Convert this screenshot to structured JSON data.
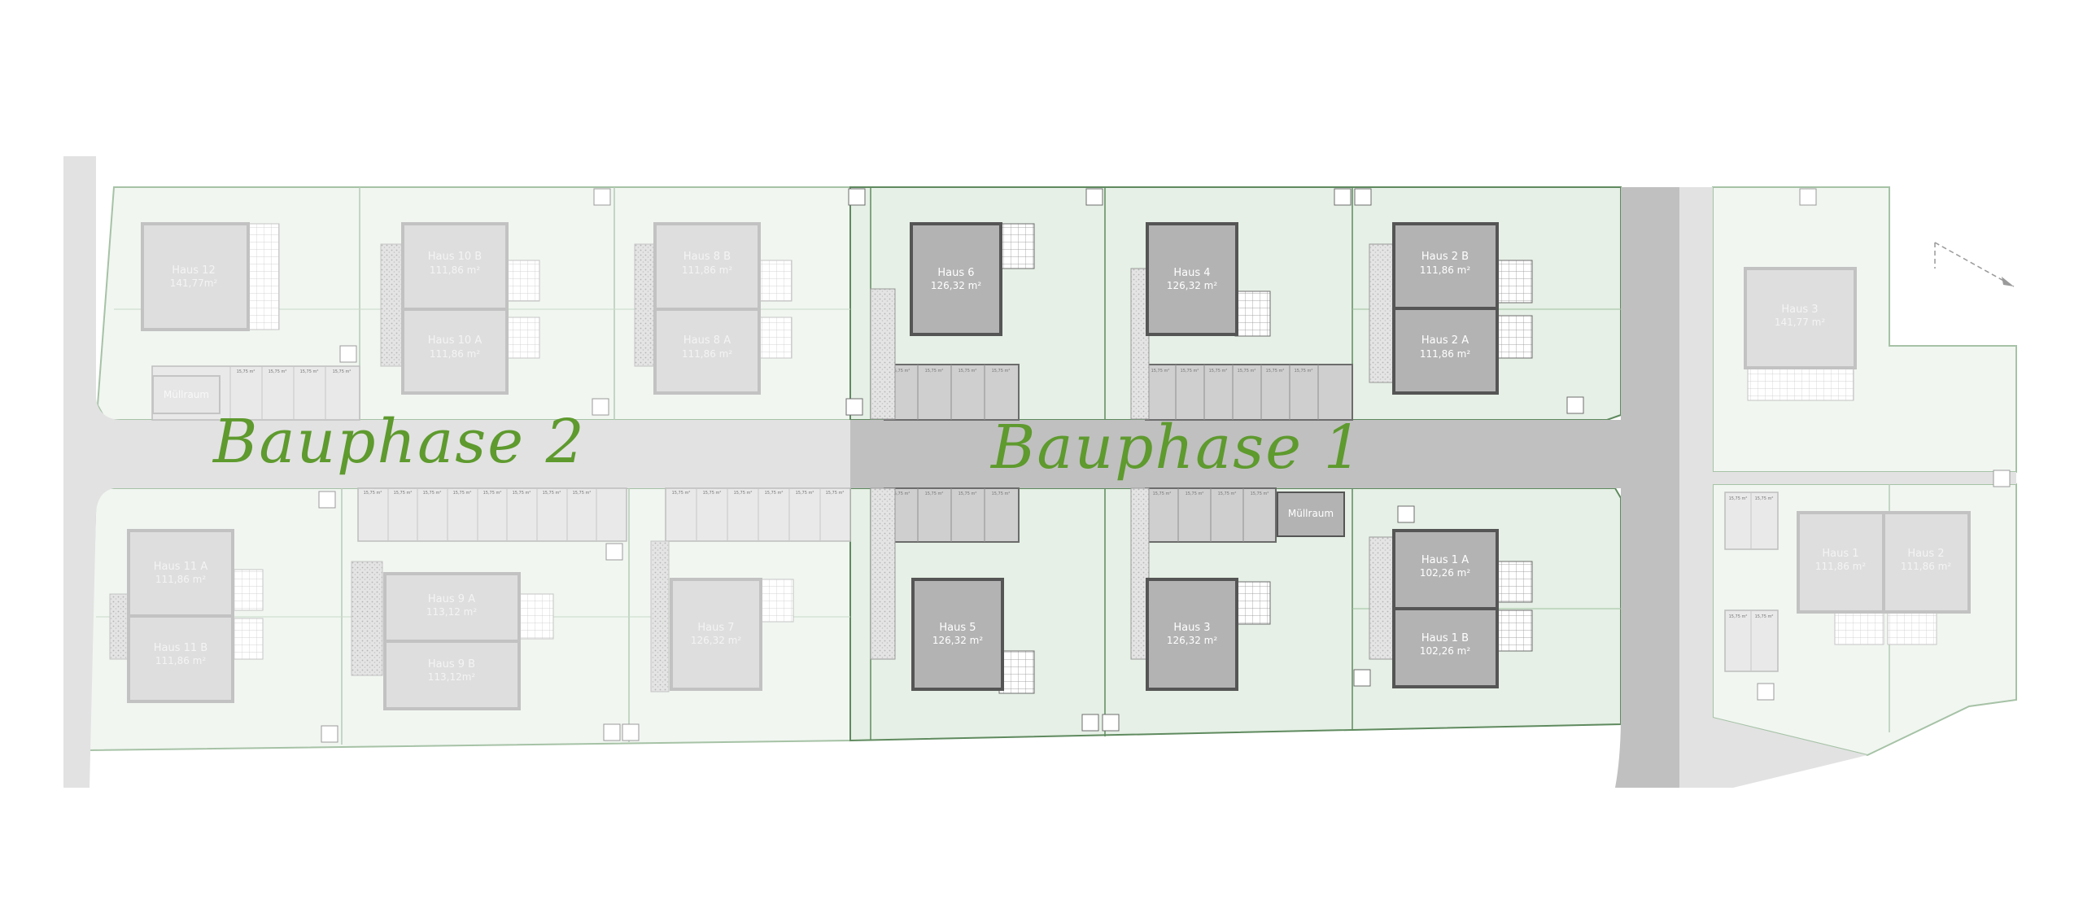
{
  "phases": {
    "phase1": "Bauphase 1",
    "phase2": "Bauphase 2"
  },
  "colors": {
    "phase1_lot": "#e6f0e6",
    "phase2_lot": "#f1f6f1",
    "road_phase1": "#c0c0c0",
    "road_phase2": "#e2e2e2",
    "house_active": "#b3b3b3",
    "house_faded": "#dedede",
    "label_green": "#5e9a2e"
  },
  "houses": {
    "h12": {
      "name": "Haus 12",
      "area": "141,77m²"
    },
    "h10b": {
      "name": "Haus 10 B",
      "area": "111,86 m²"
    },
    "h10a": {
      "name": "Haus 10 A",
      "area": "111,86 m²"
    },
    "h8b": {
      "name": "Haus 8 B",
      "area": "111,86 m²"
    },
    "h8a": {
      "name": "Haus 8 A",
      "area": "111,86 m²"
    },
    "h6": {
      "name": "Haus 6",
      "area": "126,32 m²"
    },
    "h4": {
      "name": "Haus 4",
      "area": "126,32 m²"
    },
    "h2b": {
      "name": "Haus 2 B",
      "area": "111,86 m²"
    },
    "h2a": {
      "name": "Haus 2 A",
      "area": "111,86 m²"
    },
    "h3r": {
      "name": "Haus 3",
      "area": "141,77 m²"
    },
    "h11a": {
      "name": "Haus 11 A",
      "area": "111,86 m²"
    },
    "h11b": {
      "name": "Haus 11 B",
      "area": "111,86 m²"
    },
    "h9a": {
      "name": "Haus 9 A",
      "area": "113,12 m²"
    },
    "h9b": {
      "name": "Haus 9 B",
      "area": "113,12m²"
    },
    "h7": {
      "name": "Haus 7",
      "area": "126,32 m²"
    },
    "h5": {
      "name": "Haus 5",
      "area": "126,32 m²"
    },
    "h3": {
      "name": "Haus 3",
      "area": "126,32 m²"
    },
    "h1a": {
      "name": "Haus 1 A",
      "area": "102,26 m²"
    },
    "h1b": {
      "name": "Haus 1 B",
      "area": "102,26 m²"
    },
    "h1": {
      "name": "Haus 1",
      "area": "111,86 m²"
    },
    "h2": {
      "name": "Haus 2",
      "area": "111,86 m²"
    }
  },
  "muellraum": "Müllraum",
  "parking_label": "15,75 m²"
}
